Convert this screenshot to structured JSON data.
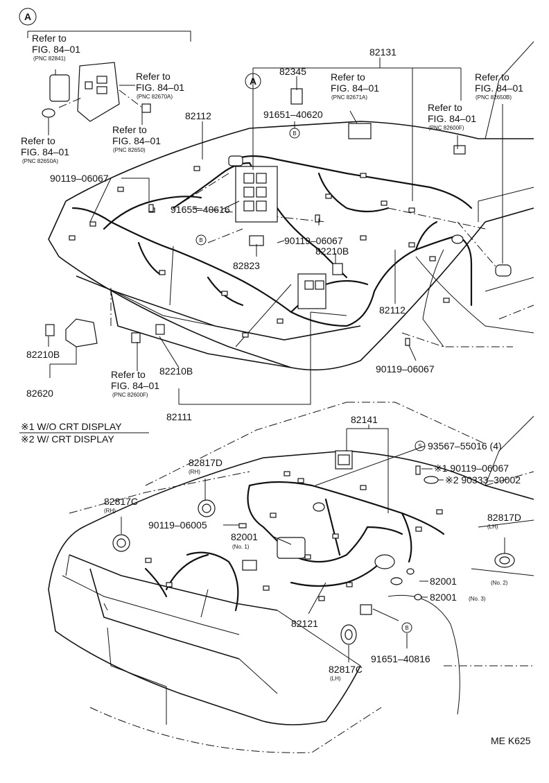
{
  "markers": {
    "a": "A",
    "b": "B",
    "s": "S",
    "note1": "※1",
    "note2": "※2"
  },
  "refer": {
    "prefix": "Refer to",
    "fig": "FIG. 84–01",
    "pnc_82841": "(PNC 82841)",
    "pnc_82670a": "(PNC 82670A)",
    "pnc_82650": "(PNC 82650)",
    "pnc_82650a": "(PNC 82650A)",
    "pnc_82671a": "(PNC 82671A)",
    "pnc_82650b": "(PNC 82650B)",
    "pnc_82600f_top": "(PNC 82600F)",
    "pnc_82600f_bottom": "(PNC 82600F)"
  },
  "labels": {
    "p82131": "82131",
    "p82345": "82345",
    "p91651_40620": "91651–40620",
    "p82112_top": "82112",
    "p90119_06067_a": "90119–06067",
    "p91655_40616": "91655–40616",
    "p90119_06067_b": "90119–06067",
    "p82210b_mid": "82210B",
    "p82823": "82823",
    "p82112_right": "82112",
    "p90119_06067_c": "90119–06067",
    "p82210b_left": "82210B",
    "p82620": "82620",
    "p82210b_low": "82210B",
    "p82111": "82111",
    "p82141": "82141",
    "p93567": "93567–55016 (4)",
    "p90119_06067_d": "※1 90119–06067",
    "p90333": "※2 90333–30002",
    "p82817d_rh": "82817D",
    "p82817c_rh": "82817C",
    "p90119_06005": "90119–06005",
    "p82001_1": "82001",
    "p82817d_lh": "82817D",
    "p82001_2": "82001",
    "p82001_3": "82001",
    "p82121": "82121",
    "p91651_40816": "91651–40816",
    "p82817c_lh": "82817C"
  },
  "sublabels": {
    "rh1": "(RH)",
    "rh2": "(RH)",
    "lh1": "(LH)",
    "lh2": "(LH)",
    "no1": "(No. 1)",
    "no2": "(No. 2)",
    "no3": "(No. 3)"
  },
  "legend": {
    "line1": "※1 W/O  CRT DISPLAY",
    "line2": "※2 W/ CRT DISPLAY"
  },
  "code": "ME K625"
}
